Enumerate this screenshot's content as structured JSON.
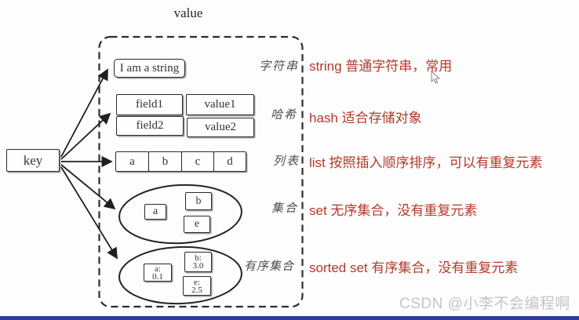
{
  "title": {
    "value_label": "value"
  },
  "key": {
    "label": "key"
  },
  "types": [
    {
      "name": "string",
      "type_label": "字符串",
      "annotation": "string 普通字符串，常用"
    },
    {
      "name": "hash",
      "type_label": "哈希",
      "annotation": "hash 适合存储对象"
    },
    {
      "name": "list",
      "type_label": "列表",
      "annotation": "list 按照插入顺序排序，可以有重复元素"
    },
    {
      "name": "set",
      "type_label": "集合",
      "annotation": "set 无序集合，没有重复元素"
    },
    {
      "name": "sorted_set",
      "type_label": "有序集合",
      "annotation": "sorted set 有序集合，没有重复元素"
    }
  ],
  "string": {
    "value": "I am a string"
  },
  "hash": {
    "rows": [
      {
        "field": "field1",
        "value": "value1"
      },
      {
        "field": "field2",
        "value": "value2"
      }
    ]
  },
  "list": {
    "items": [
      "a",
      "b",
      "c",
      "d"
    ]
  },
  "set": {
    "items": [
      "a",
      "b",
      "e"
    ]
  },
  "sorted_set": {
    "items": [
      {
        "member": "a:",
        "score": "0.1"
      },
      {
        "member": "b:",
        "score": "3.0"
      },
      {
        "member": "e:",
        "score": "2.5"
      }
    ]
  },
  "watermark": {
    "text": "CSDN @小李不会编程啊"
  },
  "colors": {
    "annotation": "#b23a2b",
    "line": "#1f1f1f",
    "label": "#4f4f4f",
    "watermark": "#c7c4c4",
    "bottom_bar": "#2e3c96"
  }
}
